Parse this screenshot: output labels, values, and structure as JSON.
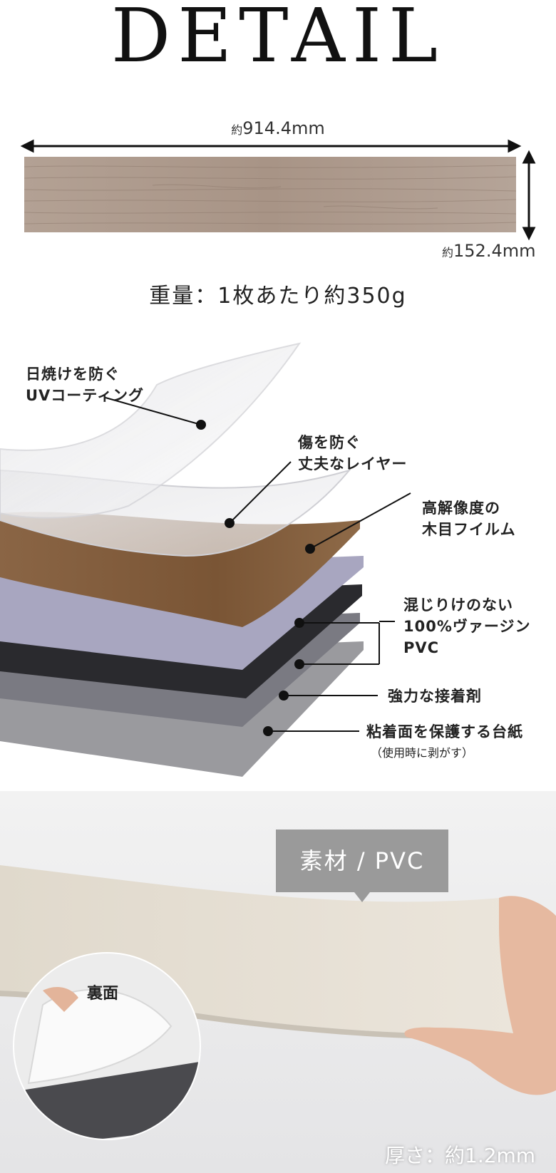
{
  "title": "DETAIL",
  "dimensions": {
    "width_prefix": "約",
    "width_value": "914.4mm",
    "height_prefix": "約",
    "height_value": "152.4mm",
    "weight": "重量：1枚あたり約350g"
  },
  "layers": {
    "uv_line1": "日焼けを防ぐ",
    "uv_line2": "UVコーティング",
    "wear_line1": "傷を防ぐ",
    "wear_line2": "丈夫なレイヤー",
    "film_line1": "高解像度の",
    "film_line2": "木目フイルム",
    "pvc_line1": "混じりけのない",
    "pvc_line2": "100%ヴァージン",
    "pvc_line3": "PVC",
    "adhesive": "強力な接着剤",
    "backing_line1": "粘着面を保護する台紙",
    "backing_line2": "（使用時に剥がす）"
  },
  "photo": {
    "material_badge": "素材 / PVC",
    "back_label": "裏面",
    "thickness": "厚さ：約1.2mm"
  },
  "colors": {
    "wood_light": "#b9a99c",
    "wood_dark": "#8a6a4a",
    "badge": "#9a9a9a"
  }
}
